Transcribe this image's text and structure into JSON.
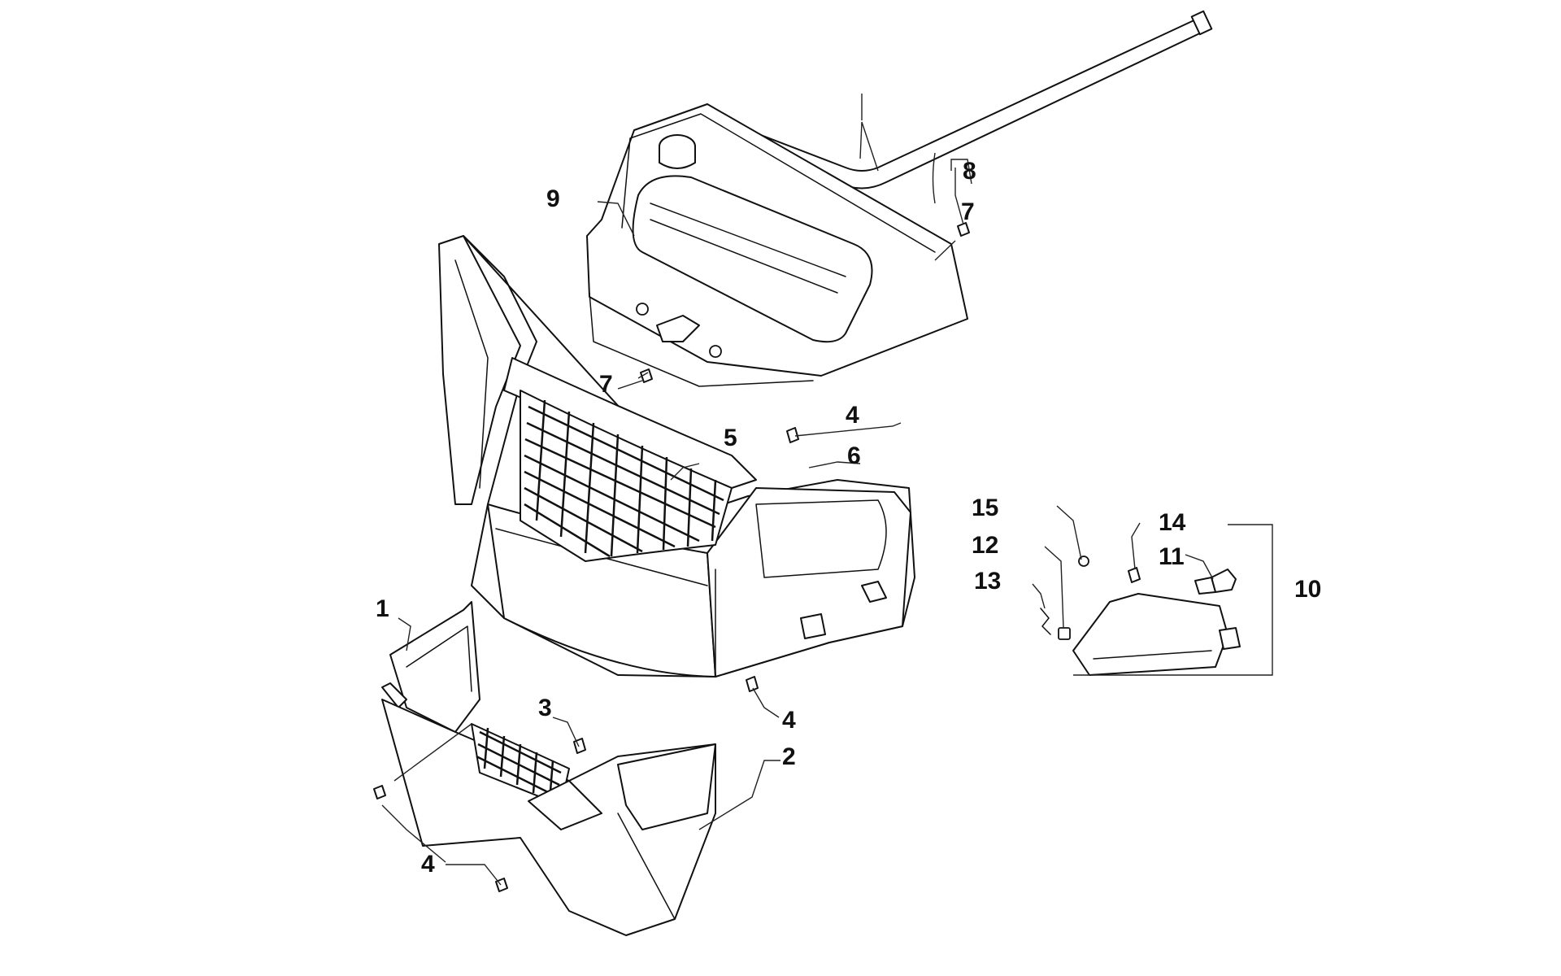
{
  "diagram": {
    "callouts": {
      "c1": "1",
      "c2": "2",
      "c3": "3",
      "c4a": "4",
      "c4b": "4",
      "c4c": "4",
      "c5": "5",
      "c6": "6",
      "c7a": "7",
      "c7b": "7",
      "c8": "8",
      "c9": "9",
      "c10": "10",
      "c11": "11",
      "c12": "12",
      "c13": "13",
      "c14": "14",
      "c15": "15"
    },
    "colors": {
      "line": "#111111",
      "background": "#ffffff"
    }
  }
}
